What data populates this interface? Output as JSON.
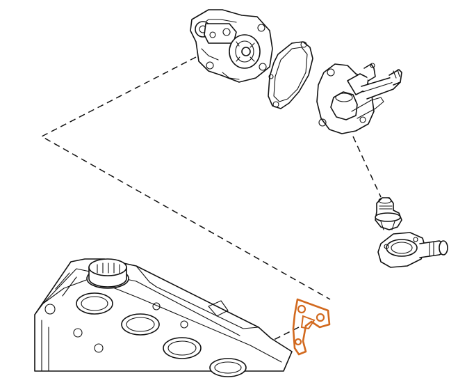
{
  "diagram": {
    "type": "exploded-parts-view",
    "parts": [
      {
        "id": "water-pump"
      },
      {
        "id": "water-pump-gasket"
      },
      {
        "id": "thermostat-housing"
      },
      {
        "id": "thermostat"
      },
      {
        "id": "water-outlet"
      },
      {
        "id": "housing-gasket",
        "highlighted": true
      },
      {
        "id": "cylinder-head"
      }
    ],
    "colors": {
      "line": "#111111",
      "highlight": "#d2691e",
      "background": "#ffffff"
    }
  }
}
